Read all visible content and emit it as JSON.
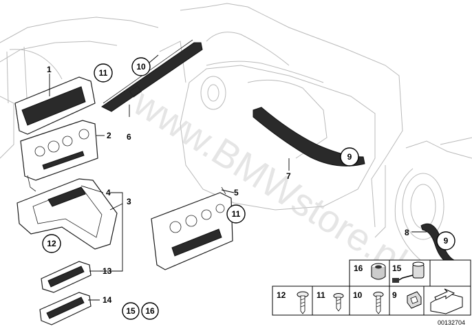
{
  "watermark": "www.BMWstore.pl",
  "image_number": "00132704",
  "callouts": {
    "c1": "1",
    "c2": "2",
    "c3": "3",
    "c4": "4",
    "c5": "5",
    "c6": "6",
    "c7": "7",
    "c8": "8",
    "c9a": "9",
    "c9b": "9",
    "c10": "10",
    "c11a": "11",
    "c11b": "11",
    "c12": "12",
    "c13": "13",
    "c14": "14",
    "c15": "15",
    "c16": "16"
  },
  "parts_table": {
    "p16": "16",
    "p15": "15",
    "p12": "12",
    "p11": "11",
    "p10": "10",
    "p9": "9"
  }
}
